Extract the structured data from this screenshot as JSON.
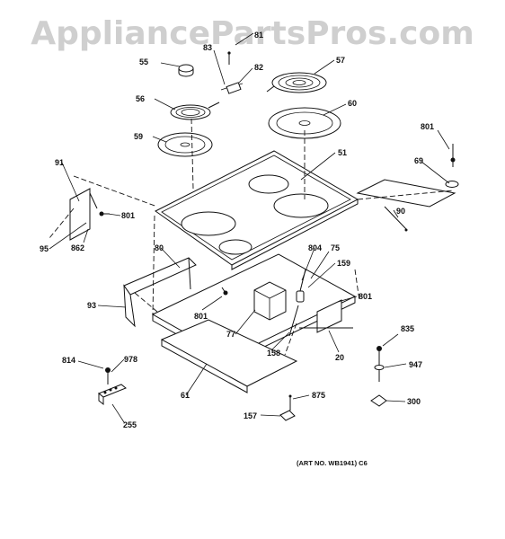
{
  "watermark": "AppliancePartsPros.com",
  "art_number": "(ART NO. WB1941) C6",
  "callouts": {
    "p55": "55",
    "p83": "83",
    "p81a": "81",
    "p82": "82",
    "p57": "57",
    "p56": "56",
    "p60": "60",
    "p59": "59",
    "p51": "51",
    "p801a": "801",
    "p69": "69",
    "p91": "91",
    "p801b": "801",
    "p95": "95",
    "p862": "862",
    "p90": "90",
    "p804": "804",
    "p75": "75",
    "p159": "159",
    "p80": "80",
    "p801c": "801",
    "p93": "93",
    "p801d": "801",
    "p77": "77",
    "p835": "835",
    "p158": "158",
    "p20": "20",
    "p814": "814",
    "p978": "978",
    "p947": "947",
    "p61": "61",
    "p875": "875",
    "p300": "300",
    "p255": "255",
    "p157": "157"
  }
}
